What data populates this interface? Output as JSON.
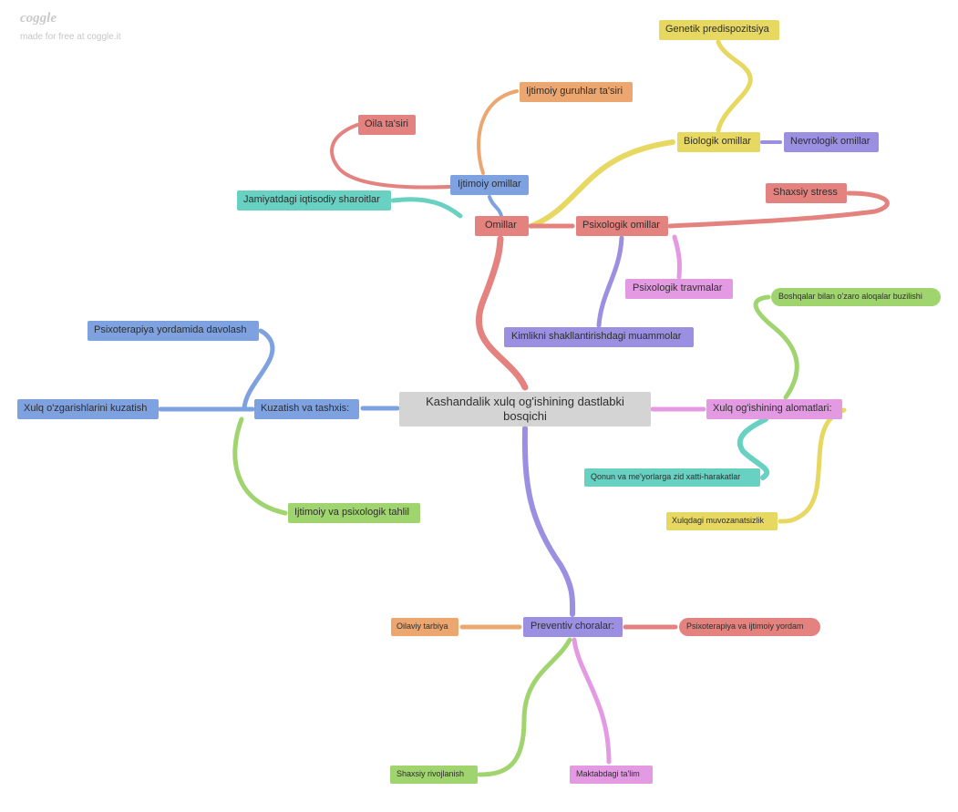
{
  "brand": {
    "logo": "coggle",
    "tagline": "made for free at coggle.it"
  },
  "colors": {
    "red": "#e3827e",
    "blue": "#7ea1df",
    "teal": "#68d1c2",
    "yellow": "#e7d862",
    "purple": "#9a8fe1",
    "pink": "#e49ae3",
    "orange": "#eca66f",
    "green": "#9fd46e",
    "central": "#d4d4d4"
  },
  "nodes": {
    "central": {
      "label": "Kashandalik xulq og'ishining dastlabki bosqichi",
      "color": "central"
    },
    "omillar": {
      "label": "Omillar",
      "color": "red"
    },
    "ijtimoiy": {
      "label": "Ijtimoiy omillar",
      "color": "blue"
    },
    "oila": {
      "label": "Oila ta'siri",
      "color": "red"
    },
    "guruhlar": {
      "label": "Ijtimoiy guruhlar ta'siri",
      "color": "orange"
    },
    "iqtisodiy": {
      "label": "Jamiyatdagi iqtisodiy sharoitlar",
      "color": "teal"
    },
    "biologik": {
      "label": "Biologik omillar",
      "color": "yellow"
    },
    "genetik": {
      "label": "Genetik predispozitsiya",
      "color": "yellow"
    },
    "nevrologik": {
      "label": "Nevrologik omillar",
      "color": "purple"
    },
    "psixologik": {
      "label": "Psixologik omillar",
      "color": "red"
    },
    "stress": {
      "label": "Shaxsiy stress",
      "color": "red"
    },
    "travmalar": {
      "label": "Psixologik travmalar",
      "color": "pink"
    },
    "kimlik": {
      "label": "Kimlikni shakllantirishdagi muammolar",
      "color": "purple"
    },
    "kuzatish": {
      "label": "Kuzatish va tashxis:",
      "color": "blue"
    },
    "davolash": {
      "label": "Psixoterapiya yordamida davolash",
      "color": "blue"
    },
    "xulqkuzatish": {
      "label": "Xulq o'zgarishlarini kuzatish",
      "color": "blue"
    },
    "tahlil": {
      "label": "Ijtimoiy va psixologik tahlil",
      "color": "green"
    },
    "alomatlar": {
      "label": "Xulq og'ishining alomatlari:",
      "color": "pink"
    },
    "boshqalar": {
      "label": "Boshqalar bilan o'zaro aloqalar buzilishi",
      "color": "green"
    },
    "qonun": {
      "label": "Qonun va me'yorlarga zid xatti-harakatlar",
      "color": "teal"
    },
    "muvozanat": {
      "label": "Xulqdagi muvozanatsizlik",
      "color": "yellow"
    },
    "preventiv": {
      "label": "Preventiv choralar:",
      "color": "purple"
    },
    "oilaviy": {
      "label": "Oilaviy tarbiya",
      "color": "orange"
    },
    "psixoterapiya": {
      "label": "Psixoterapiya va ijtimoiy yordam",
      "color": "red"
    },
    "shaxsiy": {
      "label": "Shaxsiy rivojlanish",
      "color": "green"
    },
    "maktab": {
      "label": "Maktabdagi ta'lim",
      "color": "pink"
    }
  }
}
